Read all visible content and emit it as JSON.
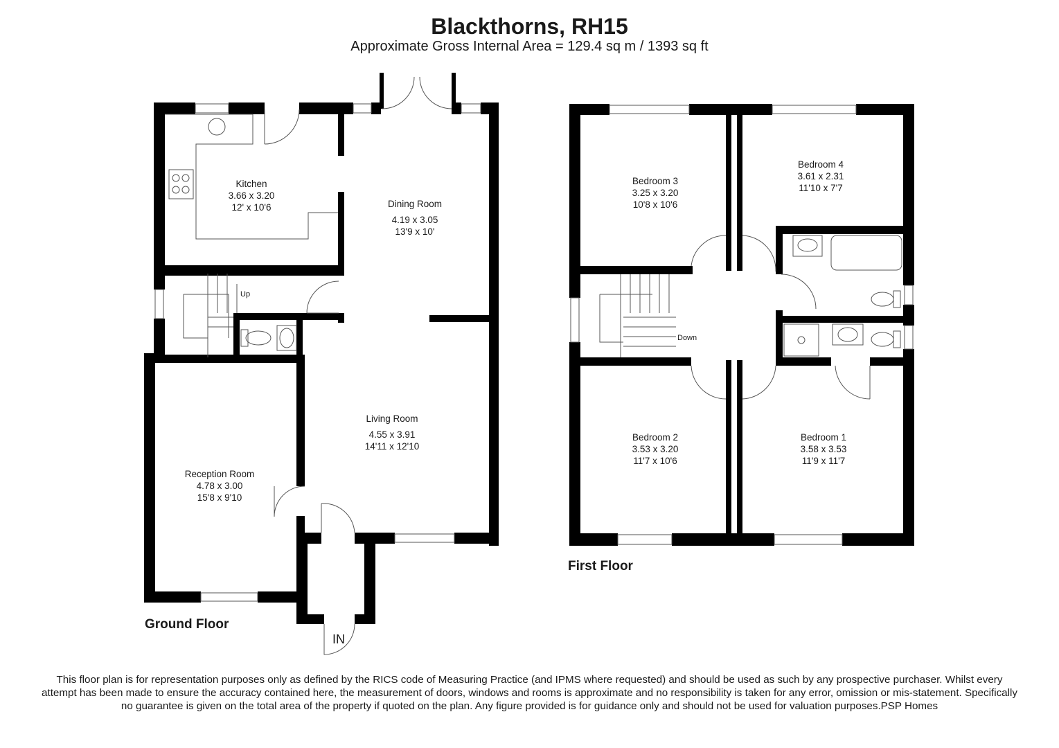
{
  "header": {
    "title": "Blackthorns, RH15",
    "subtitle": "Approximate Gross Internal Area = 129.4 sq m / 1393 sq ft"
  },
  "floors": {
    "ground": "Ground Floor",
    "first": "First Floor"
  },
  "rooms": {
    "kitchen": {
      "name": "Kitchen",
      "metric": "3.66 x 3.20",
      "imperial": "12' x 10'6"
    },
    "dining": {
      "name": "Dining Room",
      "metric": "4.19 x 3.05",
      "imperial": "13'9 x 10'"
    },
    "living": {
      "name": "Living Room",
      "metric": "4.55 x 3.91",
      "imperial": "14'11 x 12'10"
    },
    "reception": {
      "name": "Reception Room",
      "metric": "4.78 x 3.00",
      "imperial": "15'8 x 9'10"
    },
    "bedroom3": {
      "name": "Bedroom 3",
      "metric": "3.25 x 3.20",
      "imperial": "10'8 x 10'6"
    },
    "bedroom4": {
      "name": "Bedroom 4",
      "metric": "3.61 x 2.31",
      "imperial": "11'10 x 7'7"
    },
    "bedroom2": {
      "name": "Bedroom 2",
      "metric": "3.53 x 3.20",
      "imperial": "11'7 x 10'6"
    },
    "bedroom1": {
      "name": "Bedroom 1",
      "metric": "3.58 x 3.53",
      "imperial": "11'9 x 11'7"
    }
  },
  "stairs": {
    "up": "Up",
    "down": "Down"
  },
  "entrance": "IN",
  "disclaimer": "This floor plan is for representation purposes only as defined by the RICS code of Measuring Practice (and IPMS where requested) and should be used as such by any prospective purchaser. Whilst every attempt has been made to ensure the accuracy contained here, the measurement of doors, windows and rooms is approximate and no responsibility is taken for any error, omission or mis-statement. Specifically no guarantee is given on the total area of the property if quoted on the plan. Any figure provided is for guidance only and should not be used for valuation purposes.PSP Homes",
  "colors": {
    "wall": "#000000",
    "line": "#333333",
    "background": "#ffffff"
  }
}
